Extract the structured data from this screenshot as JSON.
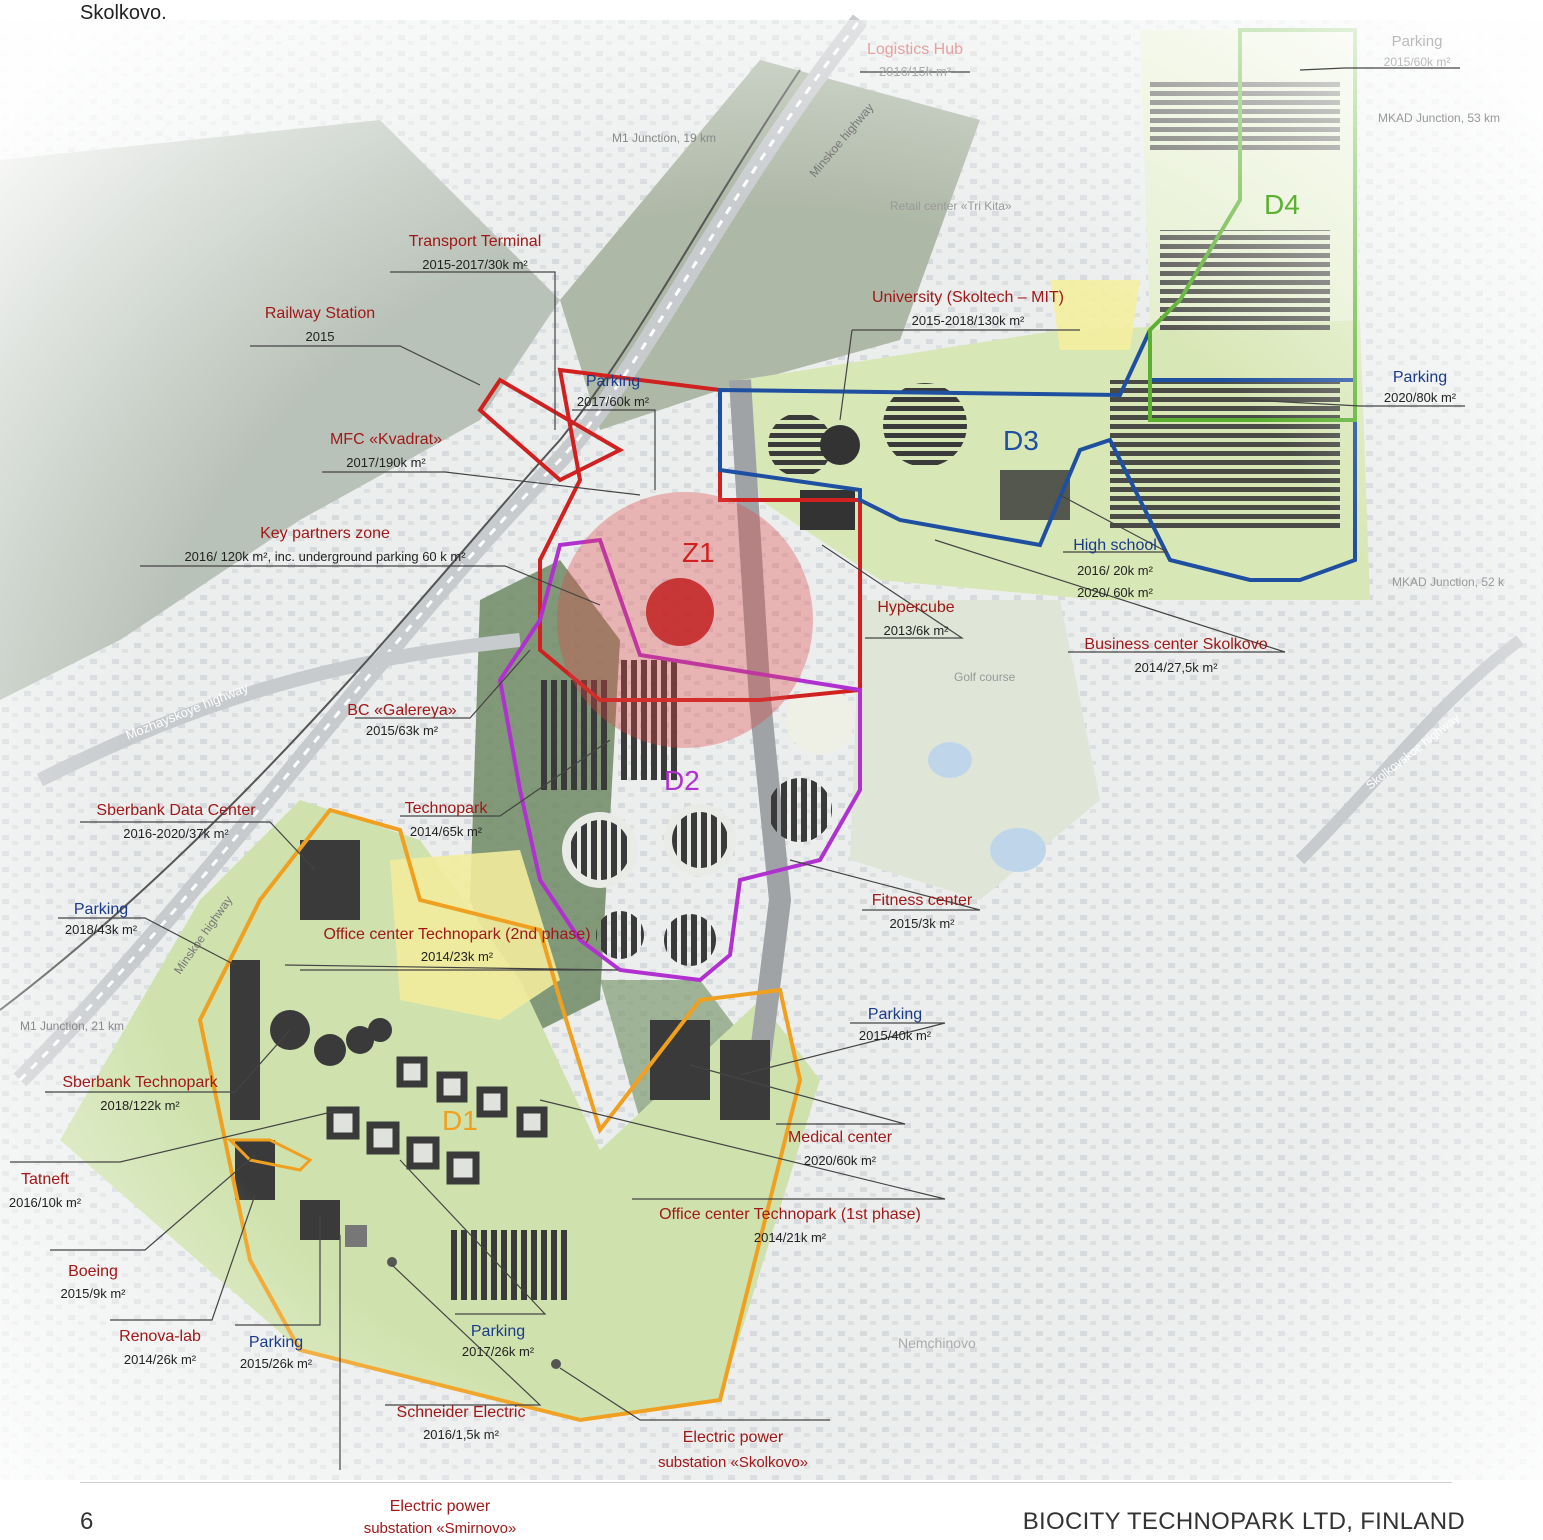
{
  "intro_text": "Skolkovo.",
  "page_number": "6",
  "company": "BIOCITY TECHNOPARK LTD, FINLAND",
  "colors": {
    "accent_arrow": "#d6f040",
    "zone_d1": "#f0a020",
    "zone_d2": "#b030d0",
    "zone_d3": "#1e4fa0",
    "zone_d4": "#5cb030",
    "zone_z1": "#d02020",
    "label_red": "#a01818",
    "label_blue": "#1a3a8a"
  },
  "zones": {
    "d1": "D1",
    "d2": "D2",
    "d3": "D3",
    "d4": "D4",
    "z1": "Z1"
  },
  "map_text": {
    "minskoe1": "Minskoe highway",
    "minskoe2": "Minskoe highway",
    "mozhayskoye": "Mozhayskoye highway",
    "skolkovskoe": "Skolkovskoe highway",
    "m1_19": "M1 Junction, 19 km",
    "m1_21": "M1 Junction, 21 km",
    "mkad_53": "MKAD Junction, 53 km",
    "mkad_52": "MKAD Junction, 52 k",
    "retail": "Retail center «Tri Kita»",
    "golf": "Golf course",
    "nemchinovo": "Nemchinovo"
  },
  "labels": [
    {
      "id": "logistics",
      "name": "Logistics Hub",
      "sub": "2016/15k m²"
    },
    {
      "id": "parking_d4_top",
      "name": "Parking",
      "sub": "2015/60k m²"
    },
    {
      "id": "transport",
      "name": "Transport Terminal",
      "sub": "2015-2017/30k m²"
    },
    {
      "id": "railway",
      "name": "Railway Station",
      "sub": "2015"
    },
    {
      "id": "university",
      "name": "University (Skoltech – MIT)",
      "sub": "2015-2018/130k m²"
    },
    {
      "id": "parking_2017",
      "name": "Parking",
      "sub": "2017/60k m²"
    },
    {
      "id": "parking_2020",
      "name": "Parking",
      "sub": "2020/80k m²"
    },
    {
      "id": "mfc",
      "name": "MFC «Kvadrat»",
      "sub": "2017/190k m²"
    },
    {
      "id": "keypartners",
      "name": "Key partners zone",
      "sub": "2016/ 120k m², inc. underground parking 60 k m²"
    },
    {
      "id": "highschool",
      "name": "High school",
      "sub": "2016/ 20k m²",
      "sub2": "2020/ 60k m²"
    },
    {
      "id": "hypercube",
      "name": "Hypercube",
      "sub": "2013/6k m²"
    },
    {
      "id": "business",
      "name": "Business center Skolkovo",
      "sub": "2014/27,5k m²"
    },
    {
      "id": "galereya",
      "name": "BC «Galereya»",
      "sub": "2015/63k m²"
    },
    {
      "id": "sberdata",
      "name": "Sberbank Data Center",
      "sub": "2016-2020/37k m²"
    },
    {
      "id": "technopark",
      "name": "Technopark",
      "sub": "2014/65k m²"
    },
    {
      "id": "fitness",
      "name": "Fitness center",
      "sub": "2015/3k m²"
    },
    {
      "id": "parking_2018",
      "name": "Parking",
      "sub": "2018/43k m²"
    },
    {
      "id": "office2",
      "name": "Office center Technopark (2nd phase)",
      "sub": "2014/23k m²"
    },
    {
      "id": "parking_2015_40",
      "name": "Parking",
      "sub": "2015/40k m²"
    },
    {
      "id": "sbertech",
      "name": "Sberbank Technopark",
      "sub": "2018/122k m²"
    },
    {
      "id": "medical",
      "name": "Medical center",
      "sub": "2020/60k m²"
    },
    {
      "id": "tatneft",
      "name": "Tatneft",
      "sub": "2016/10k m²"
    },
    {
      "id": "office1",
      "name": "Office center Technopark (1st phase)",
      "sub": "2014/21k m²"
    },
    {
      "id": "boeing",
      "name": "Boeing",
      "sub": "2015/9k m²"
    },
    {
      "id": "renova",
      "name": "Renova-lab",
      "sub": "2014/26k m²"
    },
    {
      "id": "parking_2015_26",
      "name": "Parking",
      "sub": "2015/26k m²"
    },
    {
      "id": "parking_2017_26",
      "name": "Parking",
      "sub": "2017/26k m²"
    },
    {
      "id": "schneider",
      "name": "Schneider Electric",
      "sub": "2016/1,5k m²"
    },
    {
      "id": "power_skolkovo",
      "name": "Electric power",
      "sub": "substation «Skolkovo»"
    },
    {
      "id": "power_smirnovo",
      "name": "Electric power",
      "sub": "substation «Smirnovo»"
    }
  ]
}
